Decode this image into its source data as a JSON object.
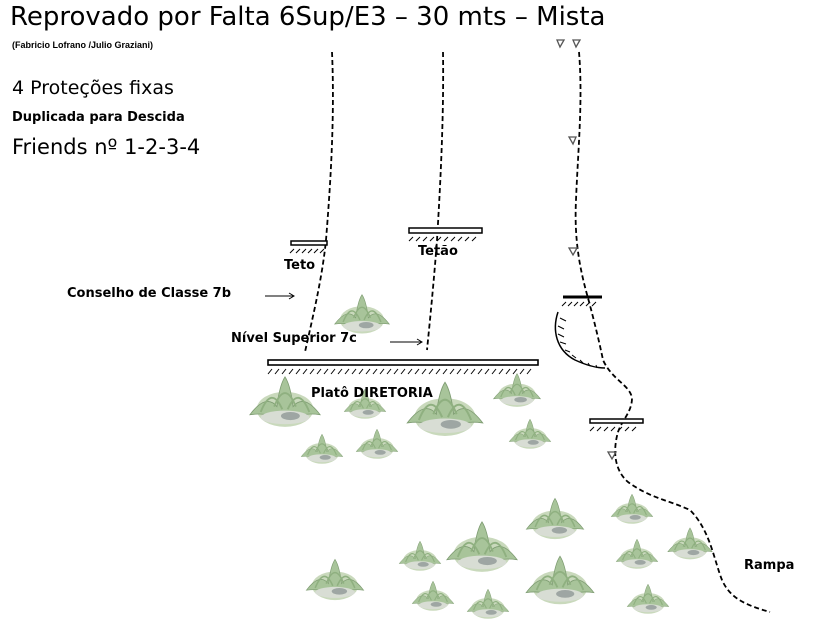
{
  "header": {
    "title": "Reprovado por Falta 6Sup/E3 – 30 mts – Mista",
    "authors": "(Fabricio Lofrano /Julio Graziani)"
  },
  "info": {
    "protections": "4 Proteções fixas",
    "descent": "Duplicada para Descida",
    "friends": "Friends nº 1-2-3-4"
  },
  "labels": {
    "teto": "Teto",
    "tetao": "Tetão",
    "conselho": "Conselho de Classe 7b",
    "nivel": "Nível Superior 7c",
    "plato": "Platô DIRETORIA",
    "rampa": "Rampa"
  }
}
